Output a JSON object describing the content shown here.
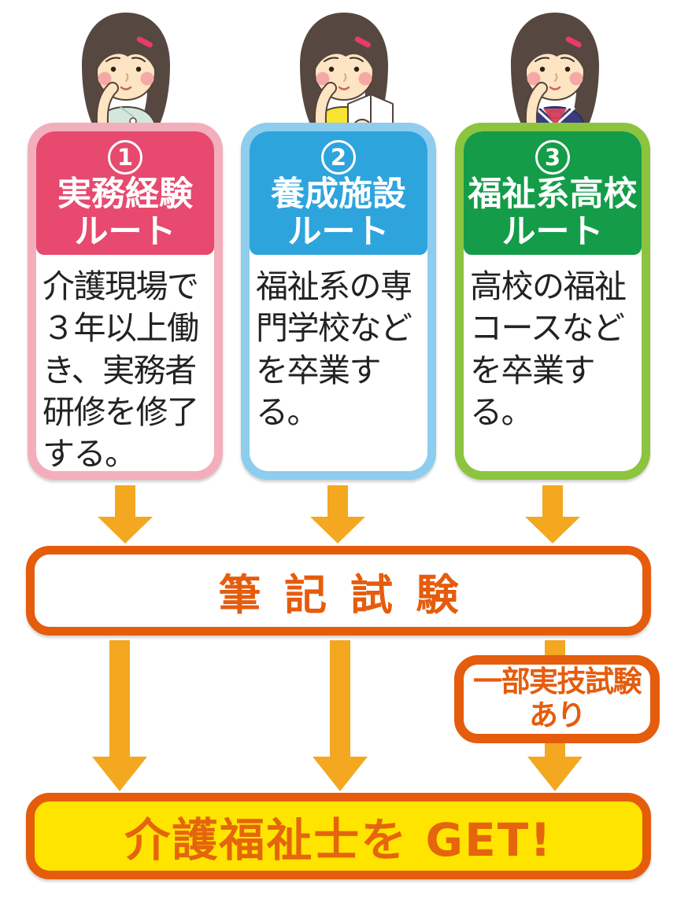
{
  "colors": {
    "background": "#ffffff",
    "route1_header": "#e7496f",
    "route1_frame": "#f3aebc",
    "route2_header": "#2ea4dd",
    "route2_frame": "#8ecdee",
    "route3_header": "#149c49",
    "route3_frame": "#8cc43f",
    "arrow": "#f3a820",
    "accent_orange": "#e55c0d",
    "goal_yellow": "#ffe400"
  },
  "routes": [
    {
      "number": "1",
      "title": "実務経験\nルート",
      "description": "介護現場で\n３年以上働\nき、実務者\n研修を修了\nする。",
      "character": "girl-mint-cardigan-icon"
    },
    {
      "number": "2",
      "title": "養成施設\nルート",
      "description": "福祉系の専\n門学校など\nを卒業する。",
      "character": "girl-yellow-top-open-book-icon"
    },
    {
      "number": "3",
      "title": "福祉系高校\nルート",
      "description": "高校の福祉\nコースなど\nを卒業する。",
      "character": "girl-sailor-uniform-icon"
    }
  ],
  "written_exam": {
    "label": "筆記試験"
  },
  "practical_note": {
    "label": "一部実技試験\nあり"
  },
  "goal": {
    "label": "介護福祉士を GET!"
  }
}
